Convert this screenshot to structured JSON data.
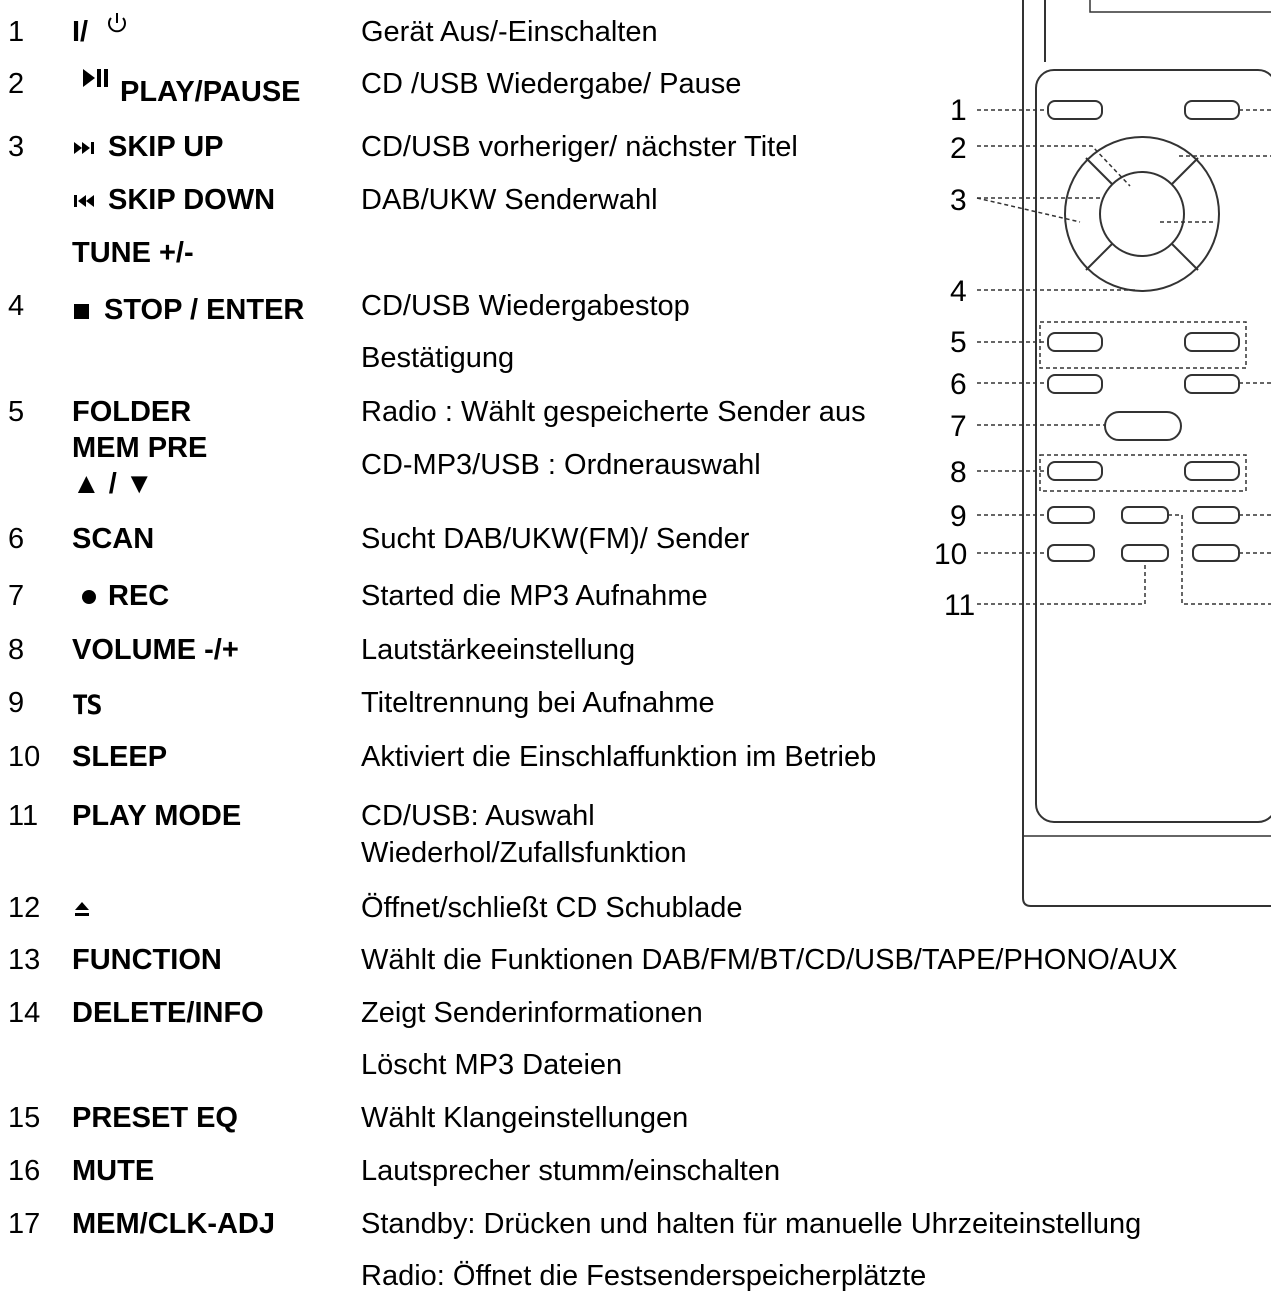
{
  "rows": [
    {
      "num": "1",
      "label": "I/",
      "desc": [
        "Gerät Aus/-Einschalten"
      ]
    },
    {
      "num": "2",
      "label": "PLAY/PAUSE",
      "desc": [
        "CD /USB Wiedergabe/ Pause"
      ]
    },
    {
      "num": "3",
      "label": "SKIP UP",
      "desc": [
        "CD/USB vorheriger/ nächster Titel"
      ]
    },
    {
      "num": "",
      "label": "SKIP DOWN",
      "desc": [
        "DAB/UKW Senderwahl"
      ]
    },
    {
      "num": "",
      "label": "TUNE +/-",
      "desc": []
    },
    {
      "num": "4",
      "label": "STOP / ENTER",
      "desc": [
        "CD/USB Wiedergabestop",
        "Bestätigung"
      ]
    },
    {
      "num": "5",
      "label": "FOLDER",
      "label2": "MEM PRE",
      "label3": "▲ / ▼",
      "desc": [
        "Radio : Wählt gespeicherte Sender aus",
        "CD-MP3/USB : Ordnerauswahl"
      ]
    },
    {
      "num": "6",
      "label": "SCAN",
      "desc": [
        "Sucht DAB/UKW(FM)/ Sender"
      ]
    },
    {
      "num": "7",
      "label": "REC",
      "desc": [
        "Started die MP3 Aufnahme"
      ]
    },
    {
      "num": "8",
      "label": "VOLUME -/+",
      "desc": [
        "Lautstärkeeinstellung"
      ]
    },
    {
      "num": "9",
      "label": "TS",
      "desc": [
        "Titeltrennung bei Aufnahme"
      ]
    },
    {
      "num": "10",
      "label": "SLEEP",
      "desc": [
        "Aktiviert die Einschlaffunktion im Betrieb"
      ]
    },
    {
      "num": "11",
      "label": "PLAY MODE",
      "desc": [
        "CD/USB: Auswahl",
        "Wiederhol/Zufallsfunktion"
      ]
    },
    {
      "num": "12",
      "label": "",
      "desc": [
        "Öffnet/schließt CD Schublade"
      ]
    },
    {
      "num": "13",
      "label": "FUNCTION",
      "desc": [
        "Wählt die Funktionen DAB/FM/BT/CD/USB/TAPE/PHONO/AUX"
      ]
    },
    {
      "num": "14",
      "label": "DELETE/INFO",
      "desc": [
        "Zeigt Senderinformationen",
        "Löscht MP3 Dateien"
      ]
    },
    {
      "num": "15",
      "label": "PRESET EQ",
      "desc": [
        "Wählt Klangeinstellungen"
      ]
    },
    {
      "num": "16",
      "label": "MUTE",
      "desc": [
        "Lautsprecher stumm/einschalten"
      ]
    },
    {
      "num": "17",
      "label": "MEM/CLK-ADJ",
      "desc": [
        "Standby: Drücken und halten für manuelle Uhrzeiteinstellung",
        "Radio: Öffnet die Festsenderspeicherplätzte"
      ]
    }
  ],
  "remote": {
    "callouts": [
      "1",
      "2",
      "3",
      "4",
      "5",
      "6",
      "7",
      "8",
      "9",
      "10",
      "11"
    ]
  },
  "icons": {
    "power": "power-icon",
    "play_pause": "play-pause-icon",
    "skip_up": "skip-next-icon",
    "skip_down": "skip-previous-icon",
    "stop": "stop-icon",
    "rec": "record-icon",
    "eject": "eject-icon"
  }
}
